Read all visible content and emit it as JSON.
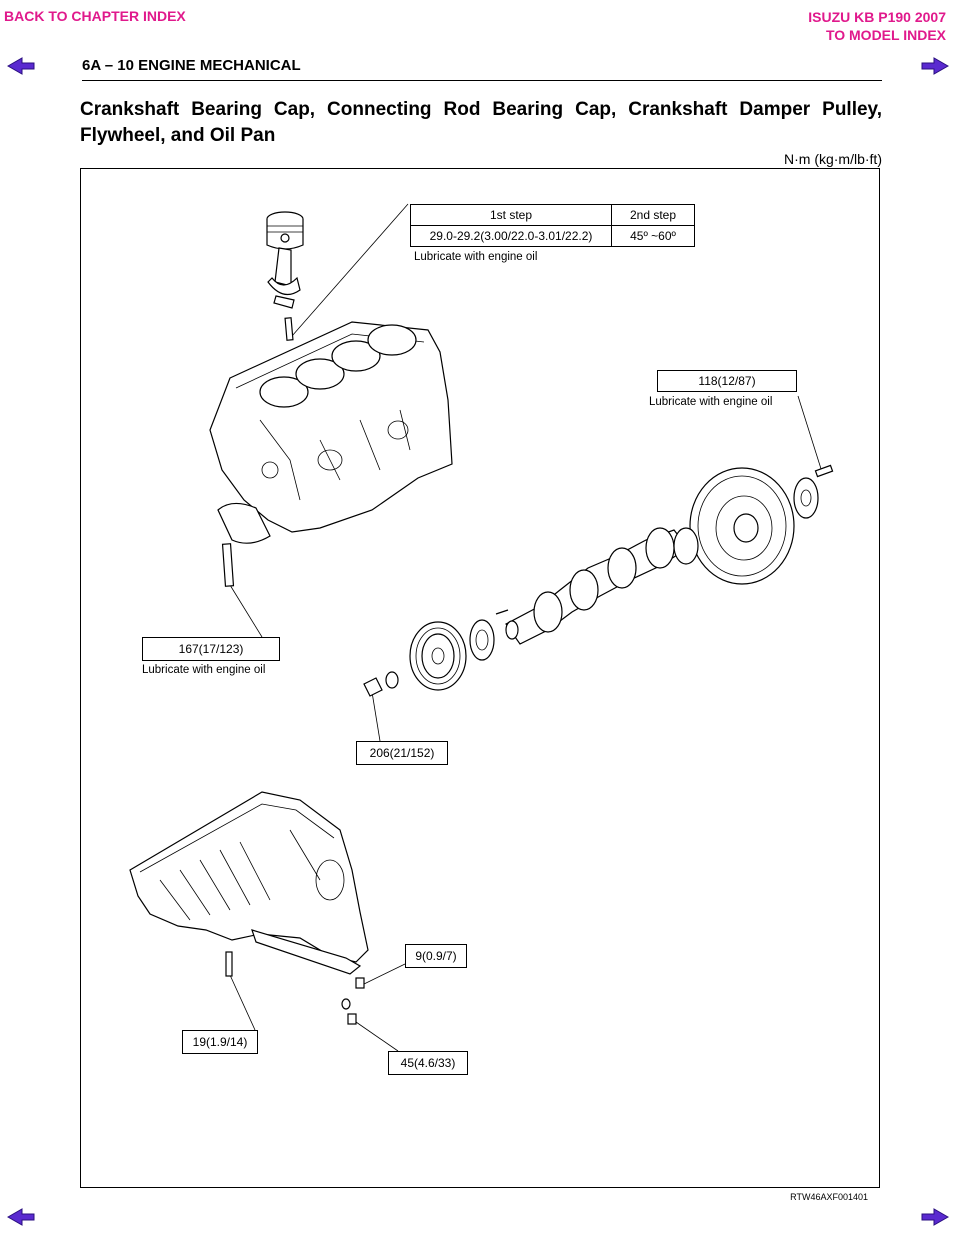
{
  "nav": {
    "back_chapter": "BACK TO CHAPTER INDEX",
    "model_line1": "ISUZU KB P190 2007",
    "model_line2": "TO MODEL INDEX"
  },
  "header": {
    "page_label": "6A – 10  ENGINE MECHANICAL"
  },
  "section": {
    "title": "Crankshaft Bearing Cap, Connecting Rod Bearing Cap, Crankshaft Damper Pulley, Flywheel, and Oil Pan",
    "units": "N·m (kg·m/lb·ft)"
  },
  "rod_cap_spec": {
    "col1_header": "1st step",
    "col2_header": "2nd step",
    "col1_value": "29.0-29.2(3.00/22.0-3.01/22.2)",
    "col2_value": "45º ~60º",
    "note": "Lubricate with engine oil"
  },
  "callouts": {
    "flywheel_torque": "118(12/87)",
    "flywheel_note": "Lubricate with engine oil",
    "main_cap_torque": "167(17/123)",
    "main_cap_note": "Lubricate with engine oil",
    "pulley_torque": "206(21/152)",
    "drain_plug_torque": "9(0.9/7)",
    "oil_pan_torque": "19(1.9/14)",
    "strainer_torque": "45(4.6/33)"
  },
  "figure": {
    "code": "RTW46AXF001401"
  }
}
